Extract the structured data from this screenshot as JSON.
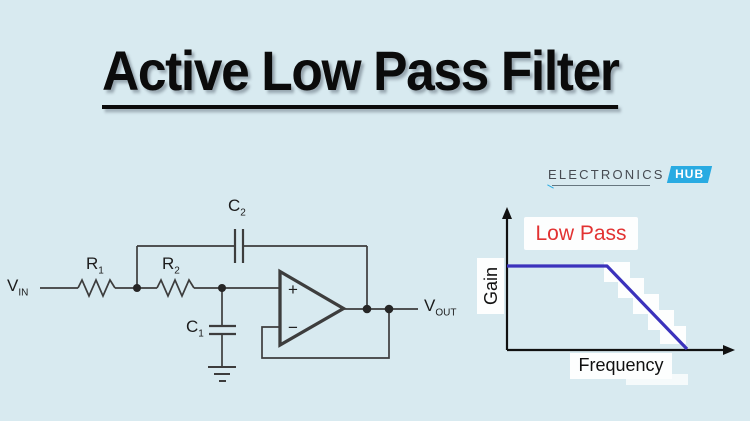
{
  "title": {
    "text": "Active Low Pass Filter"
  },
  "logo": {
    "brand": "ELECTRONICS",
    "badge": "HUB"
  },
  "circuit": {
    "input_label": {
      "main": "V",
      "sub": "IN"
    },
    "output_label": {
      "main": "V",
      "sub": "OUT"
    },
    "r1": {
      "main": "R",
      "sub": "1"
    },
    "r2": {
      "main": "R",
      "sub": "2"
    },
    "c1": {
      "main": "C",
      "sub": "1"
    },
    "c2": {
      "main": "C",
      "sub": "2"
    },
    "opamp": {
      "plus": "+",
      "minus": "−"
    }
  },
  "graph": {
    "title": "Low Pass",
    "ylabel": "Gain",
    "xlabel": "Frequency",
    "line_color": "#3b32bc",
    "title_color": "#e23232",
    "response_shape": [
      {
        "x": "0",
        "gain": "max"
      },
      {
        "x": "cutoff",
        "gain": "max"
      },
      {
        "x": "high frequency",
        "gain": "0"
      }
    ]
  },
  "colors": {
    "background": "#d8eaf0",
    "circuit_line": "#3d3d3d",
    "badge_blue": "#29abe2",
    "title_color": "#0b0b0b"
  }
}
